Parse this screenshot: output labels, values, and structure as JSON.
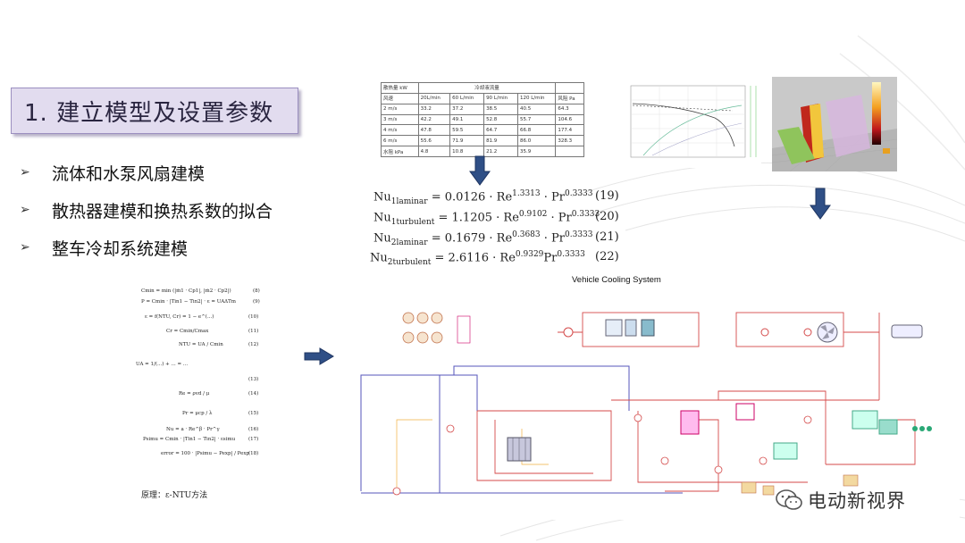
{
  "title": "1. 建立模型及设置参数",
  "bullets": [
    {
      "label": "流体和水泵风扇建模"
    },
    {
      "label": "散热器建模和换热系数的拟合"
    },
    {
      "label": "整车冷却系统建模"
    }
  ],
  "table": {
    "header_left": "散热量 kW",
    "header_center": "冷却液流量",
    "header_row": [
      "风速",
      "20L/min",
      "60 L/min",
      "90 L/min",
      "120 L/min",
      "风阻 Pa"
    ],
    "rows": [
      [
        "2 m/s",
        "33.2",
        "37.2",
        "38.5",
        "40.5",
        "64.3"
      ],
      [
        "3 m/s",
        "42.2",
        "49.1",
        "52.8",
        "55.7",
        "104.6"
      ],
      [
        "4 m/s",
        "47.8",
        "59.5",
        "64.7",
        "66.8",
        "177.4"
      ],
      [
        "6 m/s",
        "55.6",
        "71.9",
        "81.9",
        "86.0",
        "328.3"
      ],
      [
        "水阻 kPa",
        "4.8",
        "10.8",
        "21.2",
        "35.9",
        ""
      ]
    ]
  },
  "equations": [
    {
      "lhs": "Nu",
      "sub": "1laminar",
      "rhs": " = 0.0126 · Re",
      "exp1": "1.3313",
      "mid": " · Pr",
      "exp2": "0.3333",
      "num": "(19)"
    },
    {
      "lhs": "Nu",
      "sub": "1turbulent",
      "rhs": " = 1.1205 · Re",
      "exp1": "0.9102",
      "mid": " · Pr",
      "exp2": "0.3333",
      "num": "(20)"
    },
    {
      "lhs": "Nu",
      "sub": "2laminar",
      "rhs": " = 0.1679 · Re",
      "exp1": "0.3683",
      "mid": " · Pr",
      "exp2": "0.3333",
      "num": "(21)"
    },
    {
      "lhs": "Nu",
      "sub": "2turbulent",
      "rhs": " = 2.6116 · Re",
      "exp1": "0.9329",
      "mid": "Pr",
      "exp2": "0.3333",
      "num": "(22)"
    }
  ],
  "formulas": [
    {
      "text": "Cmin = min (|ṁ1 · Cp1|, |ṁ2 · Cp2|)",
      "num": "(8)"
    },
    {
      "text": "P = Cmin · |Tin1 − Tin2| · ε = UAΔTm",
      "num": "(9)"
    },
    {
      "text": "ε = f(NTU, Cr) = 1 − e^(...)",
      "num": "(10)"
    },
    {
      "text": "Cr = Cmin/Cmax",
      "num": "(11)"
    },
    {
      "text": "NTU = UA / Cmin",
      "num": "(12)"
    },
    {
      "text": "UA = 1/(...) + ... = ...",
      "num": "(13)"
    },
    {
      "text": "Re = ρvd / μ",
      "num": "(14)"
    },
    {
      "text": "Pr = μcp / λ",
      "num": "(15)"
    },
    {
      "text": "Nu = a · Re^β · Pr^γ",
      "num": "(16)"
    },
    {
      "text": "Psimu = Cmin · |Tin1 − Tin2| · εsimu",
      "num": "(17)"
    },
    {
      "text": "error = 100 · |Psimu − Pexp| / Pexp",
      "num": "(18)"
    }
  ],
  "principle": "原理：ε-NTU方法",
  "diagram_title": "Vehicle Cooling System",
  "watermark": "电动新视界",
  "colors": {
    "title_bg": "#e2dcef",
    "title_border": "#9b8fc0",
    "arrow_blue": "#2f4f86",
    "diagram_red": "#d44a4a",
    "diagram_blue": "#5555bb"
  }
}
